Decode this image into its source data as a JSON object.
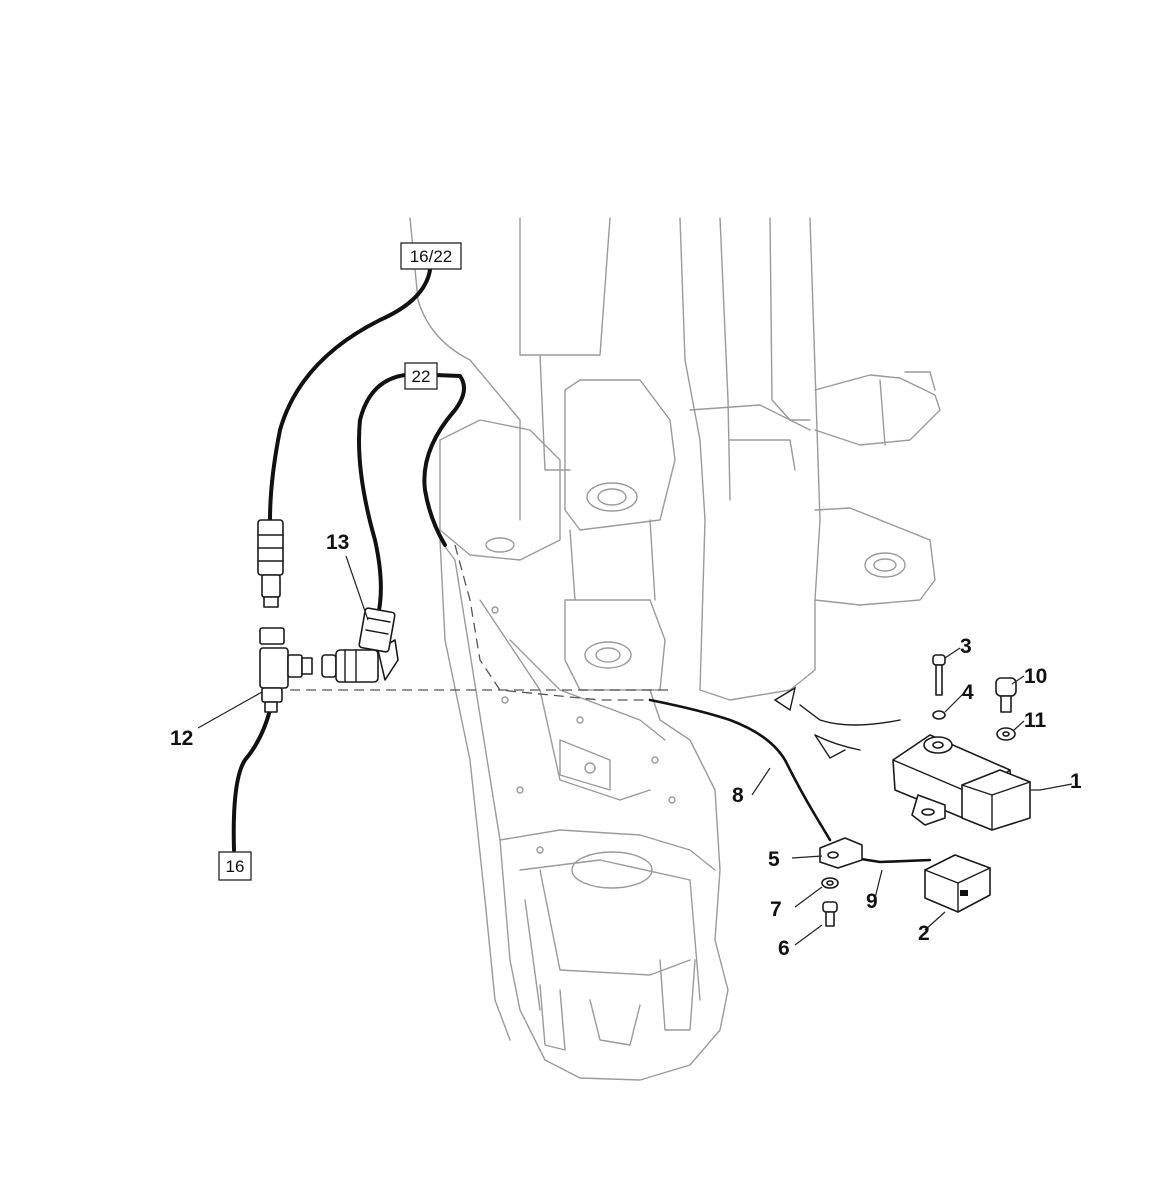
{
  "diagram": {
    "callouts": {
      "c1": "1",
      "c2": "2",
      "c3": "3",
      "c4": "4",
      "c5": "5",
      "c6": "6",
      "c7": "7",
      "c8": "8",
      "c9": "9",
      "c10": "10",
      "c11": "11",
      "c12": "12",
      "c13": "13"
    },
    "references": {
      "r16_22": "16/22",
      "r22": "22",
      "r16": "16"
    }
  }
}
